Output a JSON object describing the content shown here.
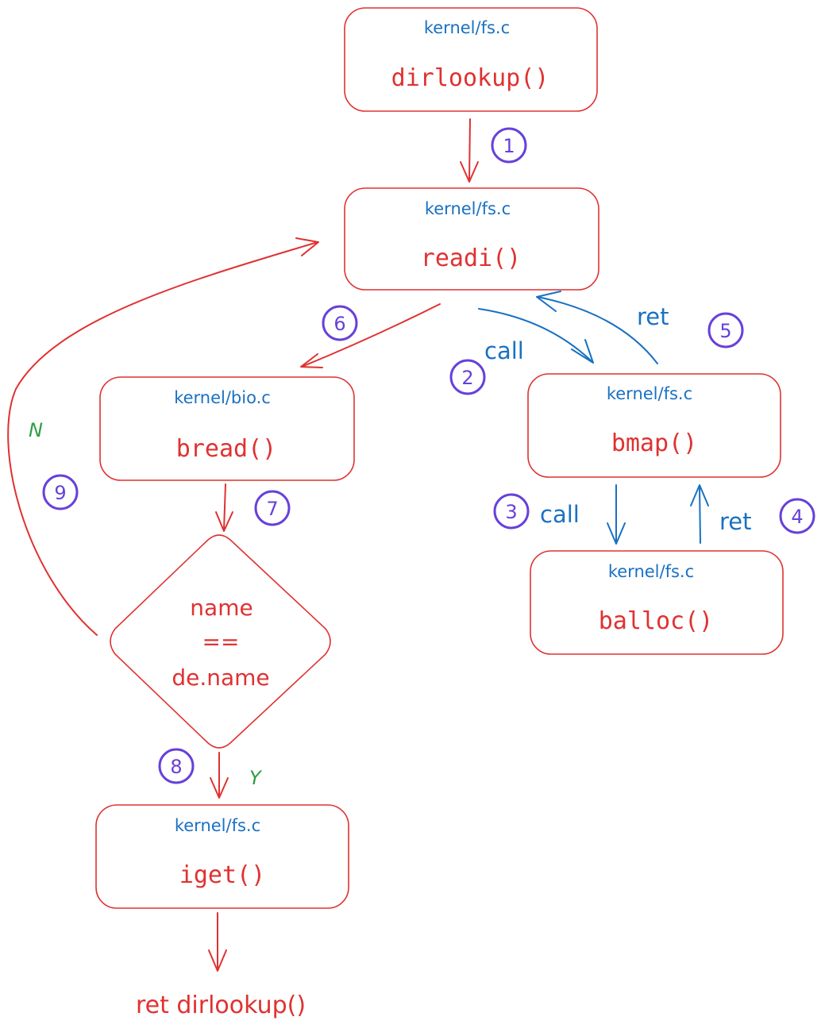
{
  "nodes": {
    "dirlookup": {
      "file": "kernel/fs.c",
      "func": "dirlookup()"
    },
    "readi": {
      "file": "kernel/fs.c",
      "func": "readi()"
    },
    "bread": {
      "file": "kernel/bio.c",
      "func": "bread()"
    },
    "bmap": {
      "file": "kernel/fs.c",
      "func": "bmap()"
    },
    "balloc": {
      "file": "kernel/fs.c",
      "func": "balloc()"
    },
    "iget": {
      "file": "kernel/fs.c",
      "func": "iget()"
    }
  },
  "decision": {
    "line1": "name",
    "line2": "==",
    "line3": "de.name"
  },
  "end_label": "ret dirlookup()",
  "edge_labels": {
    "call_readi_bmap": "call",
    "ret_bmap_readi": "ret",
    "call_bmap_balloc": "call",
    "ret_balloc_bmap": "ret",
    "yes": "Y",
    "no": "N"
  },
  "steps": {
    "s1": "1",
    "s2": "2",
    "s3": "3",
    "s4": "4",
    "s5": "5",
    "s6": "6",
    "s7": "7",
    "s8": "8",
    "s9": "9"
  },
  "colors": {
    "box_stroke": "#e03131",
    "function_text": "#e03131",
    "file_text": "#1971c2",
    "step_marker": "#6741d9",
    "branch_label": "#2f9e44"
  }
}
